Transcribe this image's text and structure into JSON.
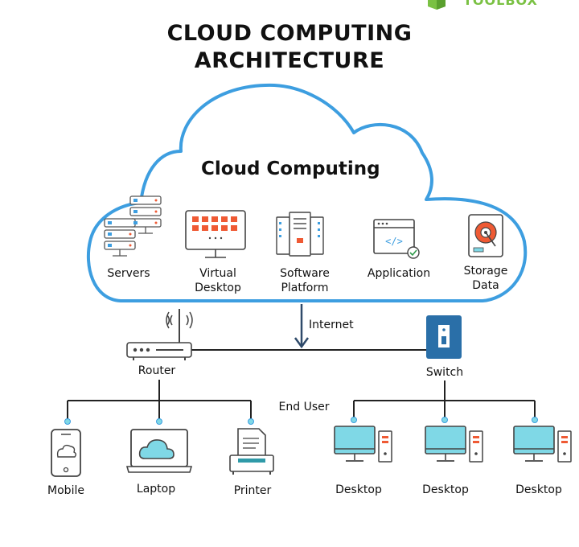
{
  "brand": {
    "text": "TOOLBOX",
    "color": "#7ac143"
  },
  "title": {
    "line1": "CLOUD COMPUTING",
    "line2": "ARCHITECTURE"
  },
  "cloud": {
    "title": "Cloud Computing",
    "items": [
      {
        "label1": "Servers",
        "label2": "",
        "icon": "servers-icon"
      },
      {
        "label1": "Virtual",
        "label2": "Desktop",
        "icon": "virtual-desktop-icon"
      },
      {
        "label1": "Software",
        "label2": "Platform",
        "icon": "software-platform-icon"
      },
      {
        "label1": "Application",
        "label2": "",
        "icon": "application-icon"
      },
      {
        "label1": "Storage",
        "label2": "Data",
        "icon": "storage-data-icon"
      }
    ]
  },
  "network": {
    "internet": "Internet",
    "router": "Router",
    "switch": "Switch",
    "end_user": "End User"
  },
  "devices": {
    "mobile": "Mobile",
    "laptop": "Laptop",
    "printer": "Printer",
    "desktops": [
      "Desktop",
      "Desktop",
      "Desktop"
    ]
  },
  "colors": {
    "cloud_border": "#3d9ee0",
    "cloud_fill": "#ffffff",
    "accent_orange": "#ef5a34",
    "screen_cyan": "#7fd8e6",
    "switch_blue": "#2a6fa8",
    "line": "#222222"
  }
}
